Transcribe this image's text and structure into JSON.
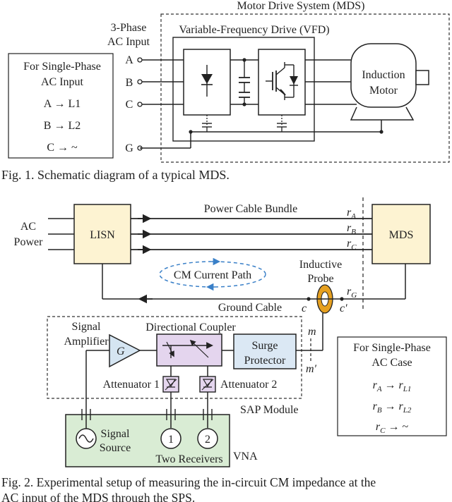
{
  "fig1": {
    "mds_title": "Motor Drive System (MDS)",
    "vfd_title": "Variable-Frequency Drive (VFD)",
    "input_title_1": "3-Phase",
    "input_title_2": "AC Input",
    "phase_a": "A",
    "phase_b": "B",
    "phase_c": "C",
    "phase_g": "G",
    "motor_1": "Induction",
    "motor_2": "Motor",
    "single_phase": {
      "title_1": "For Single-Phase",
      "title_2": "AC Input",
      "map_1": "A → L1",
      "map_2": "B → L2",
      "map_3": "C → ~"
    },
    "caption": "Fig. 1. Schematic diagram of a typical MDS."
  },
  "fig2": {
    "ac_power_1": "AC",
    "ac_power_2": "Power",
    "lisn": "LISN",
    "mds": "MDS",
    "power_cable": "Power Cable Bundle",
    "ra": "r",
    "ra_sub": "A",
    "rb": "r",
    "rb_sub": "B",
    "rc": "r",
    "rc_sub": "C",
    "rg": "r",
    "rg_sub": "G",
    "cm_path": "CM Current Path",
    "probe_1": "Inductive",
    "probe_2": "Probe",
    "ground_cable": "Ground Cable",
    "c": "c",
    "c_prime": "c′",
    "m": "m",
    "m_prime": "m′",
    "signal_amp_1": "Signal",
    "signal_amp_2": "Amplifier",
    "amp_g": "G",
    "dir_coupler": "Directional Coupler",
    "surge_1": "Surge",
    "surge_2": "Protector",
    "att1": "Attenuator 1",
    "att2": "Attenuator 2",
    "sap": "SAP Module",
    "sig_src_1": "Signal",
    "sig_src_2": "Source",
    "rx1": "1",
    "rx2": "2",
    "two_rx": "Two Receivers",
    "vna": "VNA",
    "single_phase": {
      "title_1": "For Single-Phase",
      "title_2": "AC Case",
      "m1_a": "r",
      "m1_as": "A",
      "m1_b": "r",
      "m1_bs": "L1",
      "m2_a": "r",
      "m2_as": "B",
      "m2_b": "r",
      "m2_bs": "L2",
      "m3_a": "r",
      "m3_as": "C",
      "m3_b": "~"
    },
    "caption_1": "Fig. 2. Experimental setup of measuring the in-circuit CM impedance at the",
    "caption_2": "AC input of the MDS through the SPS."
  },
  "colors": {
    "lisn_fill": "#fdf3d2",
    "vna_fill": "#d9ecd4",
    "coupler_fill": "#e4d5ee",
    "amp_fill": "#d5e5f2",
    "surge_fill": "#dbe8f4",
    "probe_fill": "#e6a020",
    "cm_path": "#3a80c8"
  }
}
